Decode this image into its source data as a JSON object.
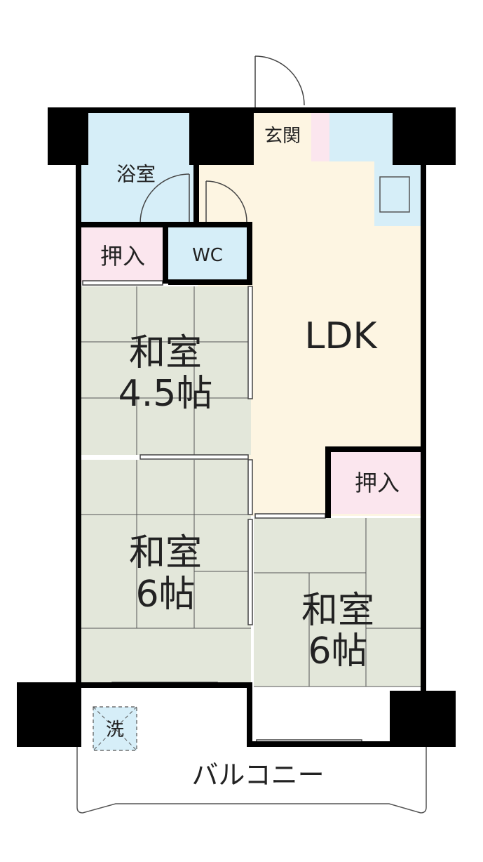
{
  "colors": {
    "wall": "#000000",
    "bath": "#d6eef8",
    "storage": "#fbe6ee",
    "ldk": "#fdf5e2",
    "tatami": "#e3e7da",
    "tatami_line": "#555555",
    "balcony": "#ffffff",
    "washer": "#d6eef8"
  },
  "rooms": {
    "entrance": "玄関",
    "bath": "浴室",
    "storage_top_left": "押入",
    "wc": "WC",
    "ldk": "LDK",
    "storage_right": "押入",
    "washitsu_top": {
      "name": "和室",
      "size": "4.5帖"
    },
    "washitsu_left": {
      "name": "和室",
      "size": "6帖"
    },
    "washitsu_right": {
      "name": "和室",
      "size": "6帖"
    },
    "washer": "洗",
    "balcony": "バルコニー"
  }
}
